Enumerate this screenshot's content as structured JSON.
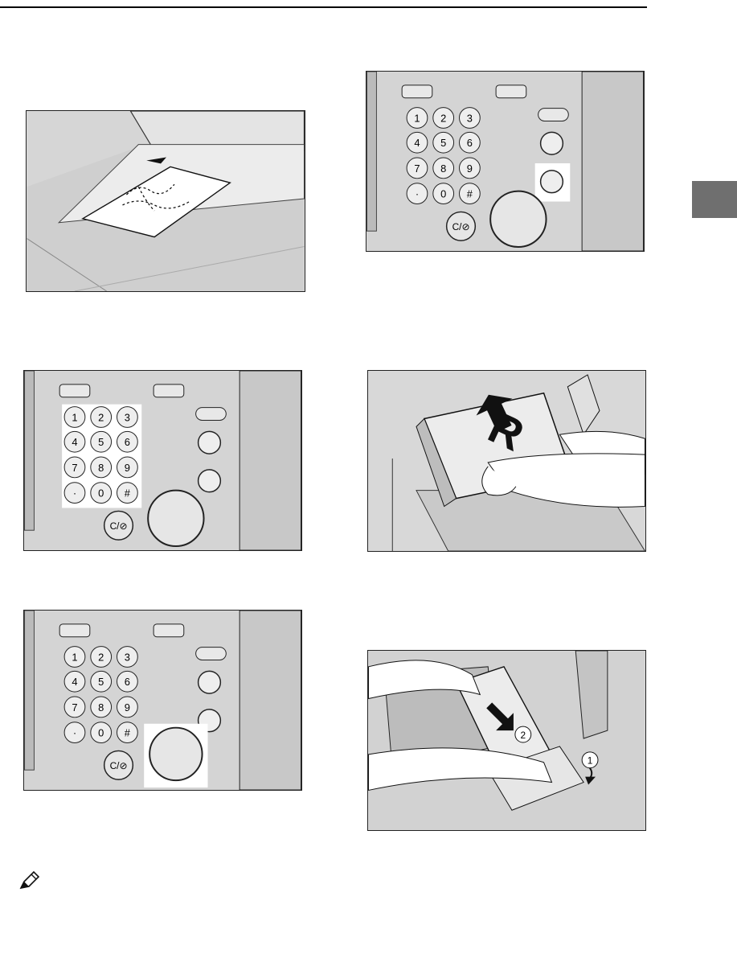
{
  "keypad": {
    "keys": [
      "1",
      "2",
      "3",
      "4",
      "5",
      "6",
      "7",
      "8",
      "9",
      "·",
      "0",
      "#"
    ],
    "clear_stop_label": "C/⊘"
  },
  "figures": {
    "remove_master": {
      "step_1": "1",
      "step_2": "2"
    }
  },
  "icons": [
    "note-pencil-icon"
  ]
}
